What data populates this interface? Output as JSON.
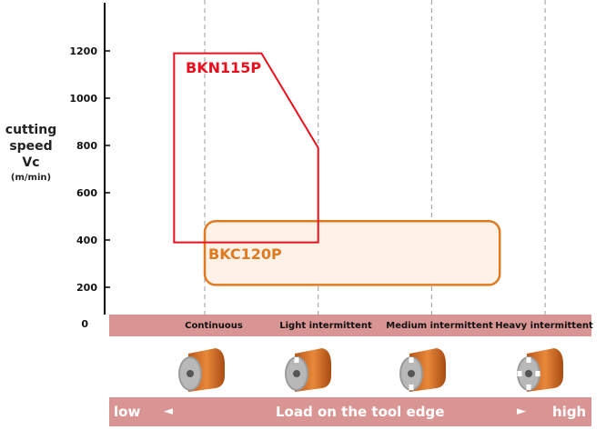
{
  "y_axis": {
    "label_lines": [
      "cutting",
      "speed",
      "Vc"
    ],
    "unit": "(m/min)"
  },
  "chart_data": {
    "type": "area",
    "ylim": [
      0,
      1350
    ],
    "y_ticks": [
      0,
      200,
      400,
      600,
      800,
      1000,
      1200
    ],
    "categories": [
      "Continuous",
      "Light intermittent",
      "Medium intermittent",
      "Heavy intermittent"
    ],
    "grid": "vertical dashed lines at each category",
    "series": [
      {
        "name": "BKN115P",
        "color": "#e8101c",
        "polygon": [
          [
            0.22,
            1190
          ],
          [
            0.5,
            1190
          ],
          [
            1.0,
            790
          ],
          [
            1.0,
            390
          ],
          [
            -0.27,
            390
          ],
          [
            -0.27,
            1190
          ]
        ]
      },
      {
        "name": "BKC120P",
        "color": "#e07a20",
        "fill": "#fdf1e8",
        "rect": {
          "x_from": 0,
          "x_to": 2.6,
          "y_from": 210,
          "y_to": 480
        }
      }
    ]
  },
  "load_bar": {
    "low": "low",
    "left_arrow": "◄",
    "title": "Load on the tool edge",
    "right_arrow": "►",
    "high": "high"
  },
  "tool_icons": [
    {
      "name": "tool-continuous-icon",
      "grooves": 0
    },
    {
      "name": "tool-light-intermittent-icon",
      "grooves": 1
    },
    {
      "name": "tool-medium-intermittent-icon",
      "grooves": 2
    },
    {
      "name": "tool-heavy-intermittent-icon",
      "grooves": 4
    }
  ]
}
